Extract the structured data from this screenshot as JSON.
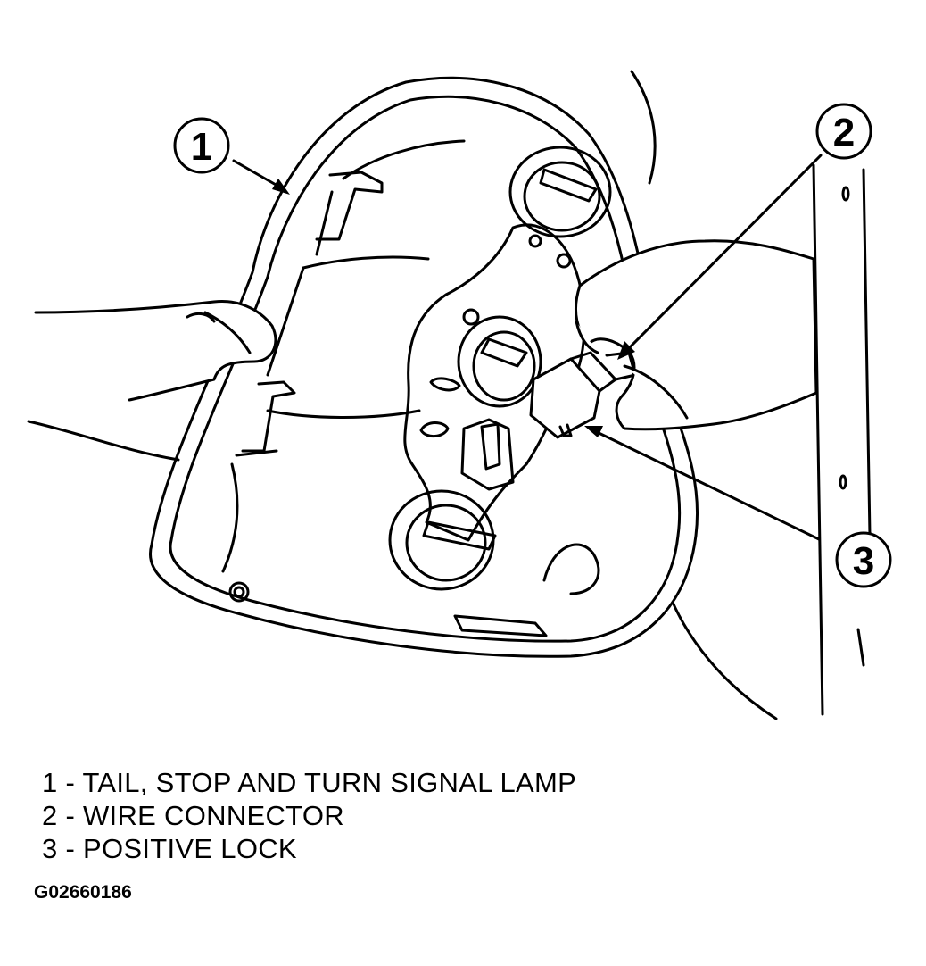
{
  "callouts": [
    {
      "number": "1",
      "label": "TAIL, STOP AND TURN SIGNAL LAMP"
    },
    {
      "number": "2",
      "label": "WIRE CONNECTOR"
    },
    {
      "number": "3",
      "label": "POSITIVE LOCK"
    }
  ],
  "separator": " - ",
  "figure_id": "G02660186",
  "colors": {
    "ink": "#000000",
    "paper": "#ffffff",
    "shade": "#f2f2f2"
  }
}
